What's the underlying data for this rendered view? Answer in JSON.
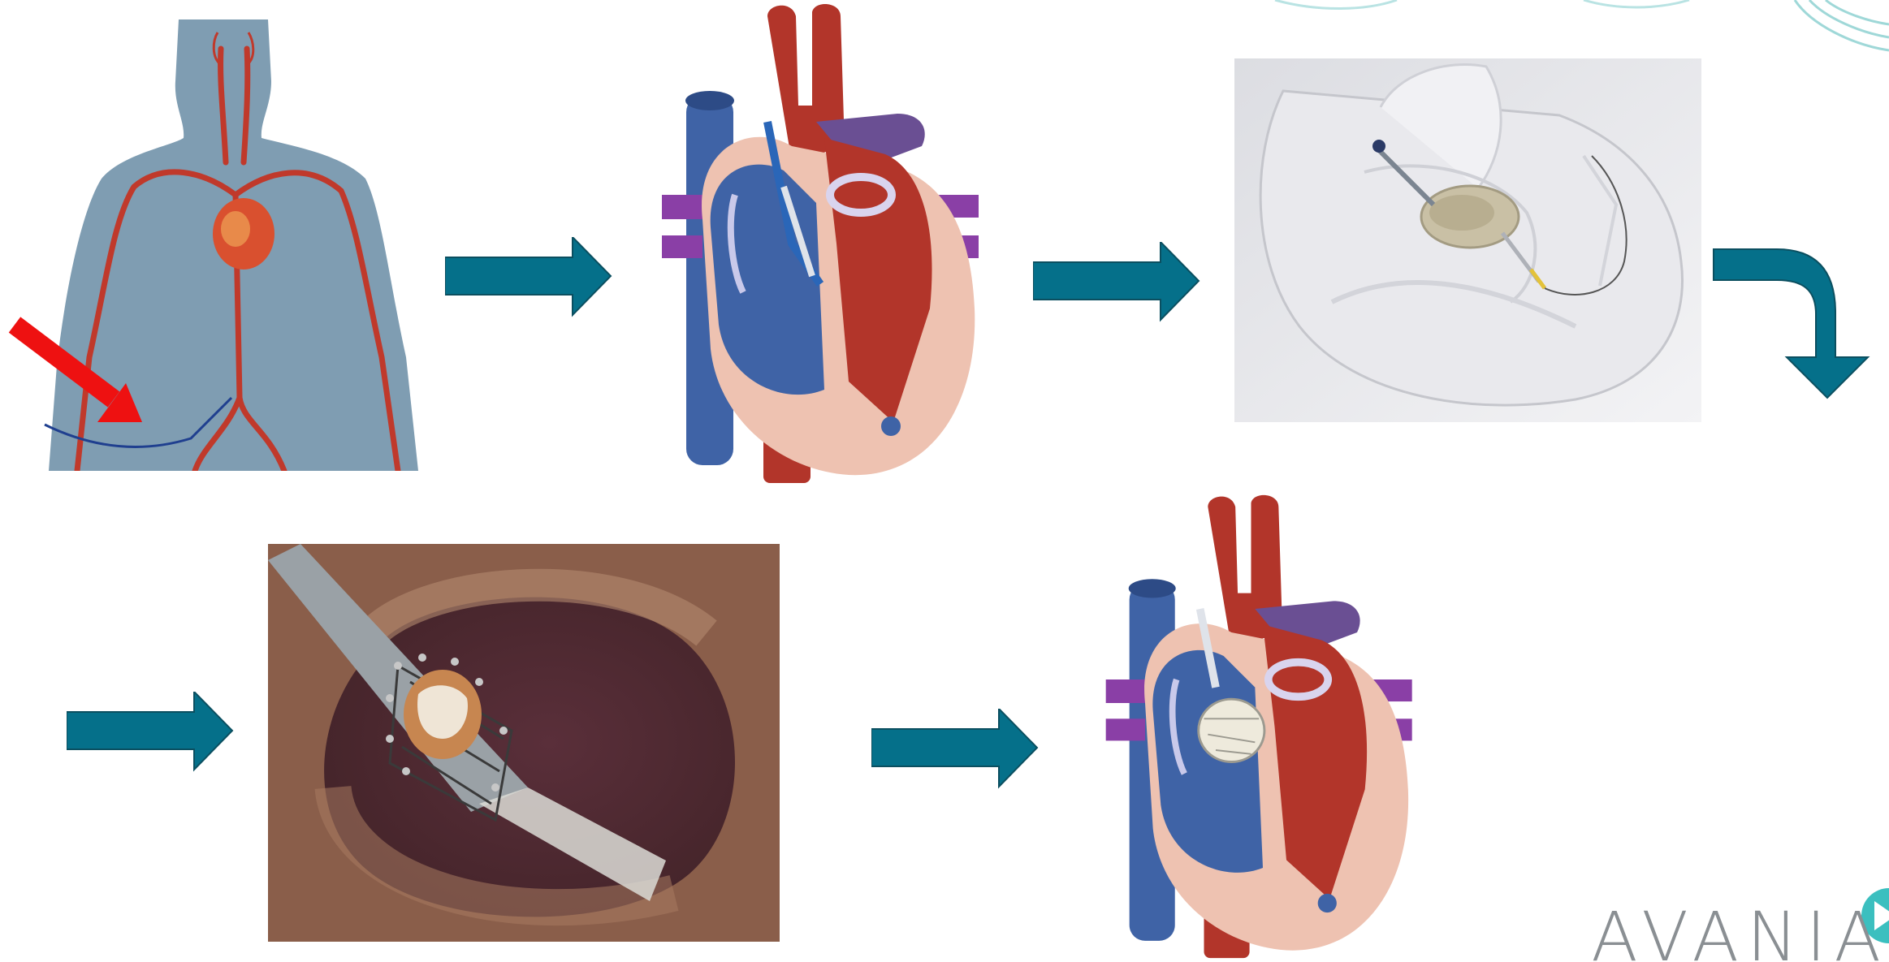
{
  "brand": {
    "logo_text": "AVANIA",
    "accent": "#3bbfbf"
  },
  "colors": {
    "arrow": "#05708a",
    "arrow_dark": "#0b4f60",
    "pointer": "#ee1111",
    "body": "#7f9db2",
    "artery": "#c0392b",
    "vein_blue": "#3f63a6",
    "heart_red": "#b2352a",
    "heart_purple": "#6a4f93",
    "heart_pink": "#eec2b1"
  },
  "steps": [
    {
      "name": "femoral-access"
    },
    {
      "name": "catheter-to-heart"
    },
    {
      "name": "valve-positioning"
    },
    {
      "name": "valve-deployment"
    },
    {
      "name": "valve-implanted"
    }
  ]
}
